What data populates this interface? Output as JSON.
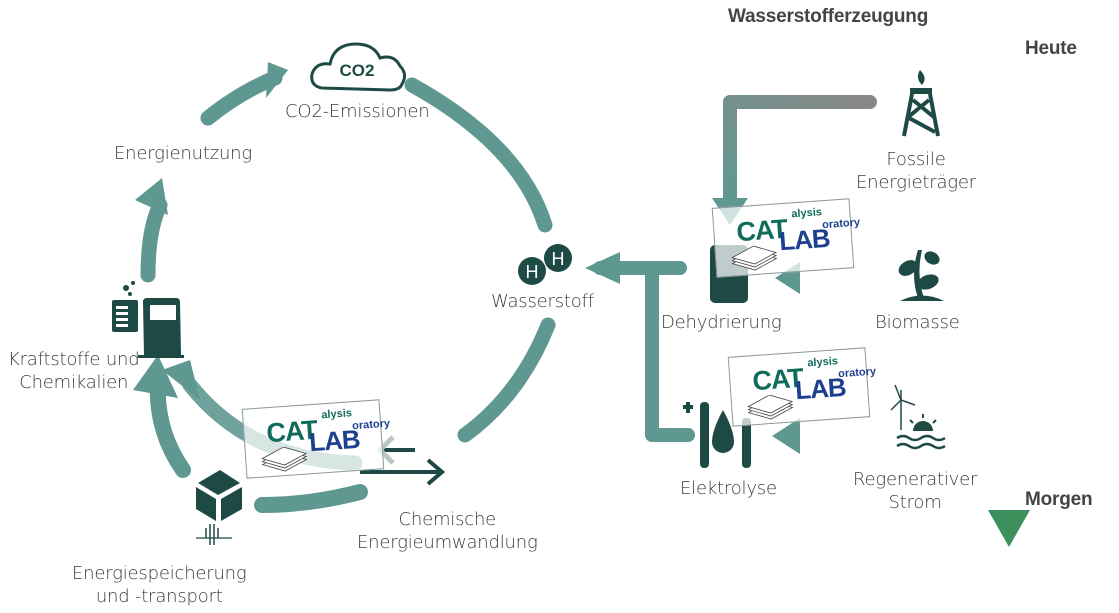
{
  "cycle": {
    "co2_icon_text": "CO2",
    "co2_label": "CO2-Emissionen",
    "energy_use_label": "Energienutzung",
    "hydrogen_label": "Wasserstoff",
    "hydrogen_atom": "H",
    "fuels_label_line1": "Kraftstoffe und",
    "fuels_label_line2": "Chemikalien",
    "storage_label_line1": "Energiespeicherung",
    "storage_label_line2": "und -transport",
    "conversion_label_line1": "Chemische",
    "conversion_label_line2": "Energieumwandlung"
  },
  "production": {
    "title": "Wasserstofferzeugung",
    "dehydrogenation_label": "Dehydrierung",
    "electrolysis_label": "Elektrolyse",
    "fossil_label_line1": "Fossile",
    "fossil_label_line2": "Energieträger",
    "biomass_label": "Biomasse",
    "renewable_label_line1": "Regenerativer",
    "renewable_label_line2": "Strom",
    "electrolysis_plus": "+"
  },
  "timeline": {
    "start_label": "Heute",
    "end_label": "Morgen",
    "start_color": "#8a8a8a",
    "end_color": "#3d8f5b"
  },
  "logo": {
    "cat": "CAT",
    "alysis": "alysis",
    "lab": "LAB",
    "oratory": "oratory"
  },
  "colors": {
    "arrow_teal": "#5f9891",
    "icon_dark": "#1e4a45",
    "logo_green": "#0f6b5a",
    "logo_blue": "#1d3f8f"
  }
}
